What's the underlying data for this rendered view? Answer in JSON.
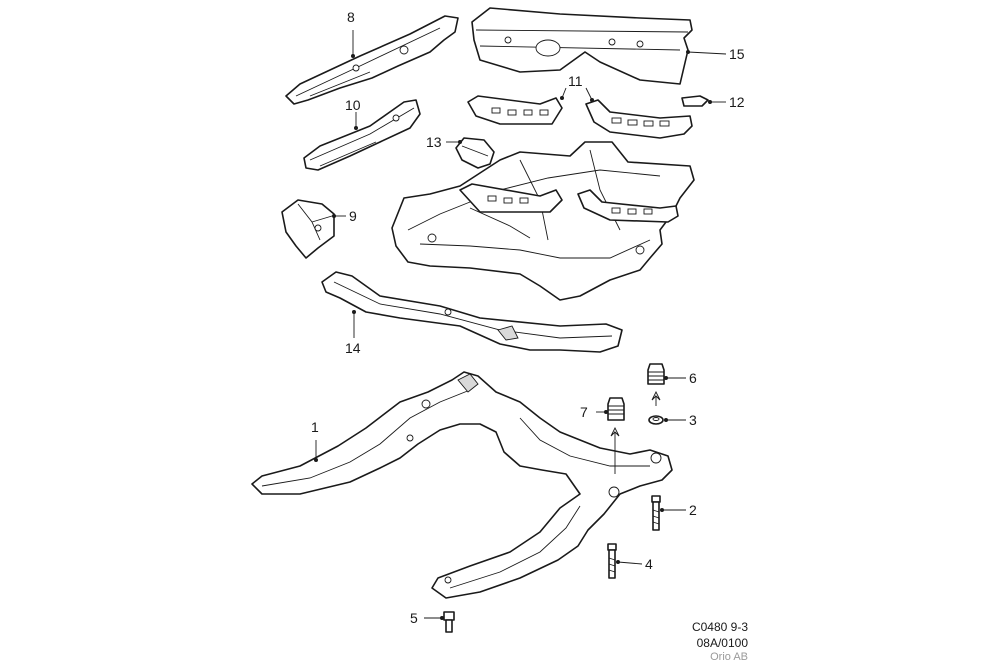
{
  "callouts": {
    "c1": "1",
    "c2": "2",
    "c3": "3",
    "c4": "4",
    "c5": "5",
    "c6": "6",
    "c7": "7",
    "c8": "8",
    "c9": "9",
    "c10": "10",
    "c11": "11",
    "c12": "12",
    "c13": "13",
    "c14": "14",
    "c15": "15"
  },
  "footer": {
    "code": "C0480 9-3",
    "revision": "08A/0100",
    "copyright": "Orio AB"
  },
  "colors": {
    "line": "#1a1a1a",
    "copyright": "#9a9a9a"
  }
}
